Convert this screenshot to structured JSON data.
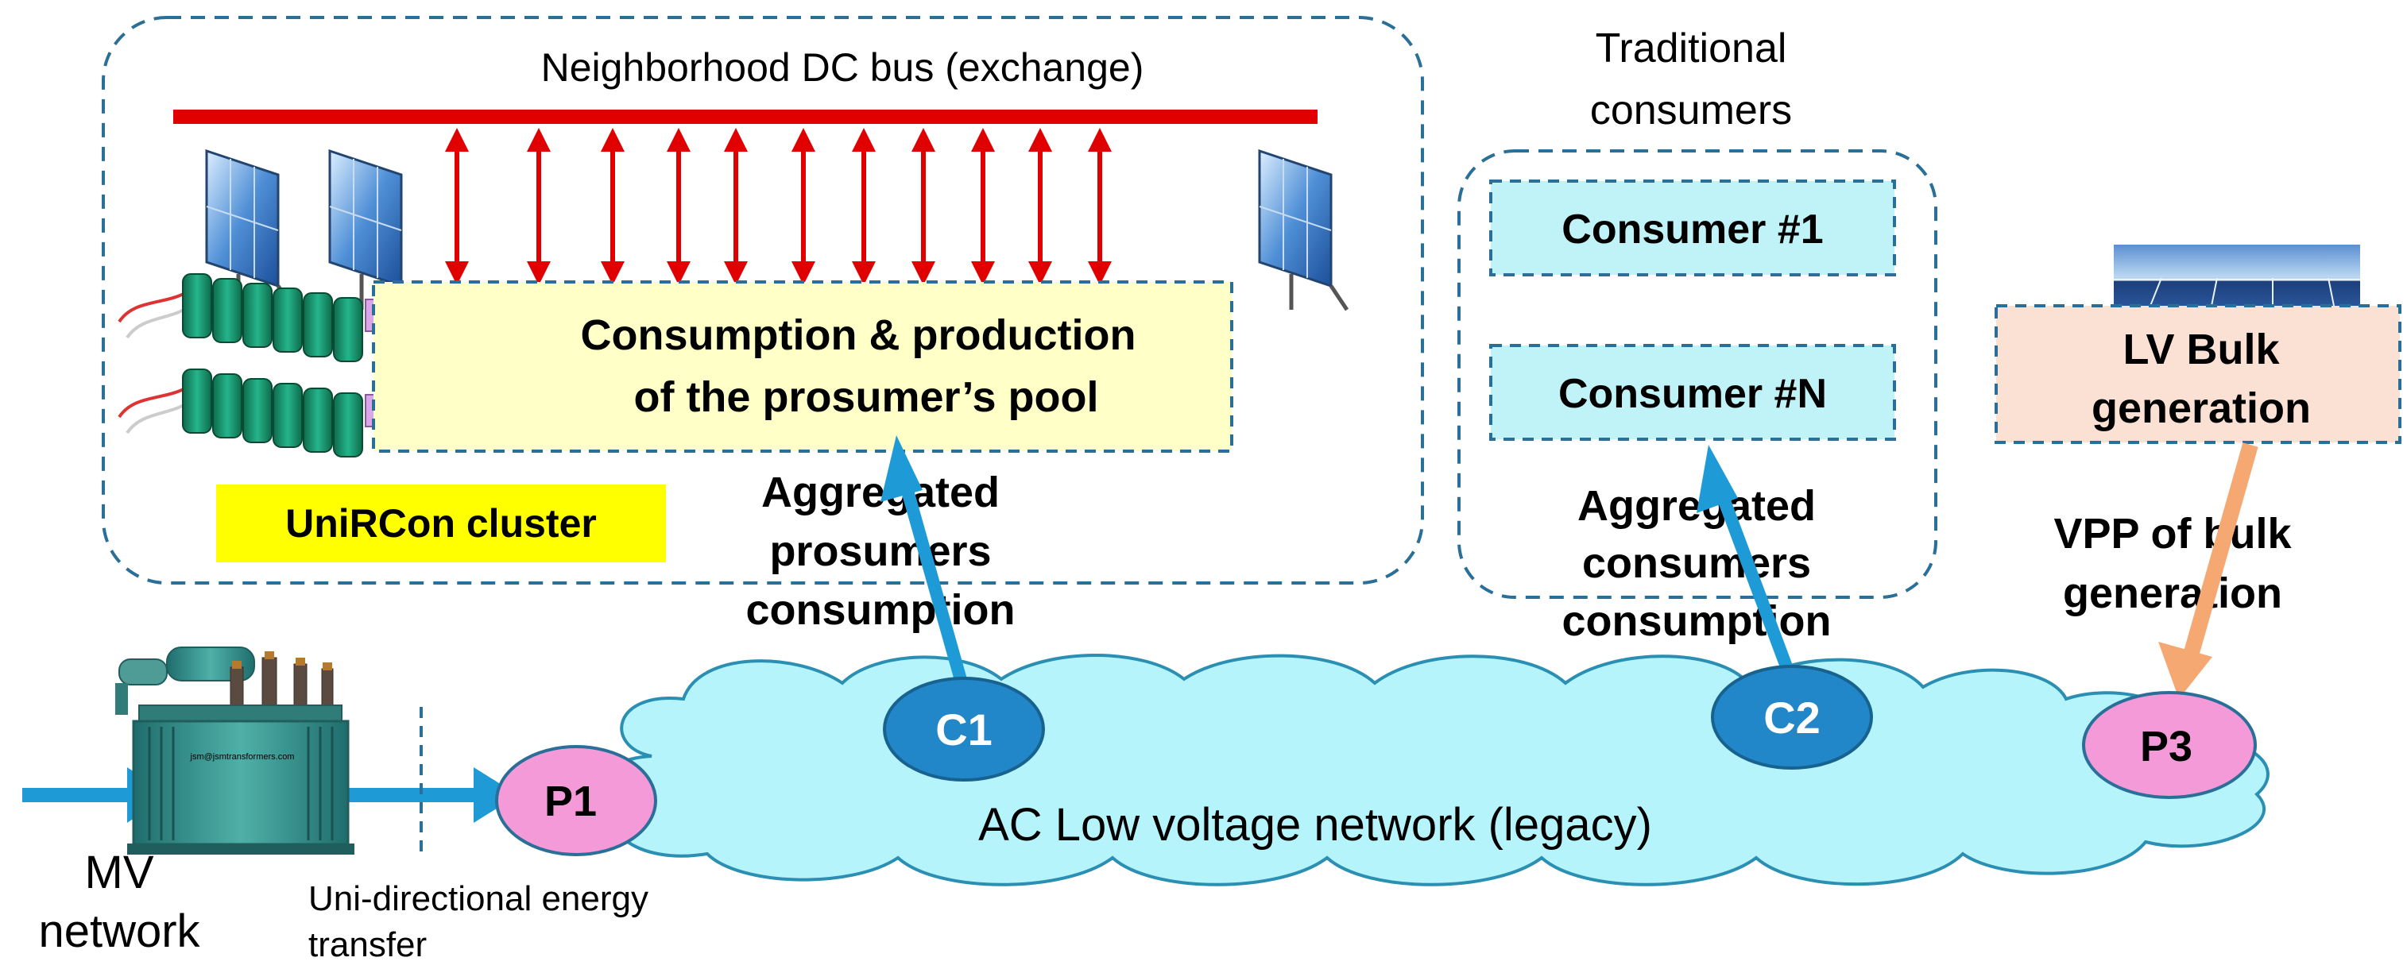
{
  "dc_cluster": {
    "bus_title": "Neighborhood DC bus (exchange)",
    "pool_line1": "Consumption & production",
    "pool_line2": "of the prosumer’s pool",
    "cluster_label": "UniRCon cluster",
    "aggregated_line1": "Aggregated",
    "aggregated_line2": "prosumers",
    "aggregated_line3": "consumption"
  },
  "traditional": {
    "title_line1": "Traditional",
    "title_line2": "consumers",
    "consumer_1": "Consumer #1",
    "consumer_n": "Consumer #N",
    "aggregated_line1": "Aggregated",
    "aggregated_line2": "consumers",
    "aggregated_line3": "consumption"
  },
  "bulk": {
    "label_line1": "LV Bulk",
    "label_line2": "generation",
    "vpp_line1": "VPP of bulk",
    "vpp_line2": "generation"
  },
  "network": {
    "ac_label": "AC Low voltage network (legacy)",
    "mv_line1": "MV",
    "mv_line2": "network",
    "uni_line1": "Uni-directional energy",
    "uni_line2": "transfer",
    "transformer_plate": "jsm@jsmtransformers.com"
  },
  "nodes": {
    "p1": "P1",
    "c1": "C1",
    "c2": "C2",
    "p3": "P3"
  },
  "colors": {
    "bus_red": "#e00000",
    "dashed_border": "#2a6f97",
    "pool_fill": "#ffffc8",
    "cluster_label_fill": "#ffff00",
    "consumer_fill": "#bff3f7",
    "bulk_fill": "#fbe0d4",
    "cloud_fill": "#b6f4fb",
    "node_pink": "#f49ad8",
    "node_blue": "#2287c8",
    "arrow_blue": "#1e9bd7",
    "arrow_orange": "#f6a873"
  },
  "icons": {
    "solar_panel": "solar-panel-icon",
    "battery_pack": "battery-pack-icon",
    "transformer": "transformer-icon",
    "bulk_solar_strip": "solar-farm-icon"
  }
}
